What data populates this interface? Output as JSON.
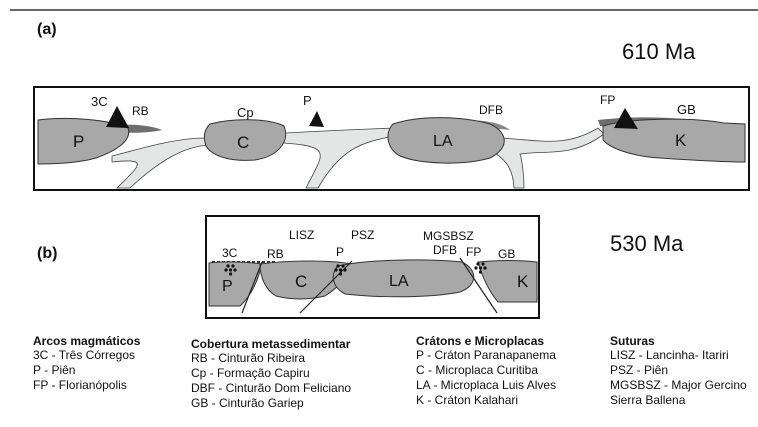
{
  "panel_a": {
    "label": "(a)",
    "age": "610 Ma",
    "blocks": {
      "p": "P",
      "c": "C",
      "la": "LA",
      "k": "K"
    },
    "features": {
      "3c": "3C",
      "rb": "RB",
      "cp": "Cp",
      "p_arc": "P",
      "dfb": "DFB",
      "fp": "FP",
      "gb": "GB"
    }
  },
  "panel_b": {
    "label": "(b)",
    "age": "530 Ma",
    "blocks": {
      "p": "P",
      "c": "C",
      "la": "LA",
      "k": "K"
    },
    "features": {
      "3c": "3C",
      "rb": "RB",
      "lisz": "LISZ",
      "p_arc": "P",
      "psz": "PSZ",
      "mgsbsz": "MGSBSZ",
      "dfb": "DFB",
      "fp": "FP",
      "gb": "GB"
    }
  },
  "legend": [
    {
      "title": "Arcos magmáticos",
      "items": [
        "3C - Três Córregos",
        "P - Piên",
        "FP - Florianópolis"
      ]
    },
    {
      "title": "Cobertura metassedimentar",
      "items": [
        "RB - Cinturão Ribeira",
        "Cp - Formação Capiru",
        "DBF - Cinturão Dom Feliciano",
        "GB - Cinturão Gariep"
      ]
    },
    {
      "title": "Crátons e Microplacas",
      "items": [
        "P - Cráton Paranapanema",
        "C - Microplaca Curitiba",
        "LA - Microplaca Luis Alves",
        "K - Cráton Kalahari"
      ]
    },
    {
      "title": "Suturas",
      "items": [
        "LISZ - Lancinha- Itariri",
        "PSZ - Piên",
        "MGSBSZ - Major Gercino",
        "Sierra Ballena"
      ]
    }
  ],
  "colors": {
    "block_fill": "#a8a8a8",
    "block_stroke": "#333333",
    "slab_fill": "#e4e6e6",
    "cover_dark": "#6e6e6e",
    "arc": "#111111"
  }
}
